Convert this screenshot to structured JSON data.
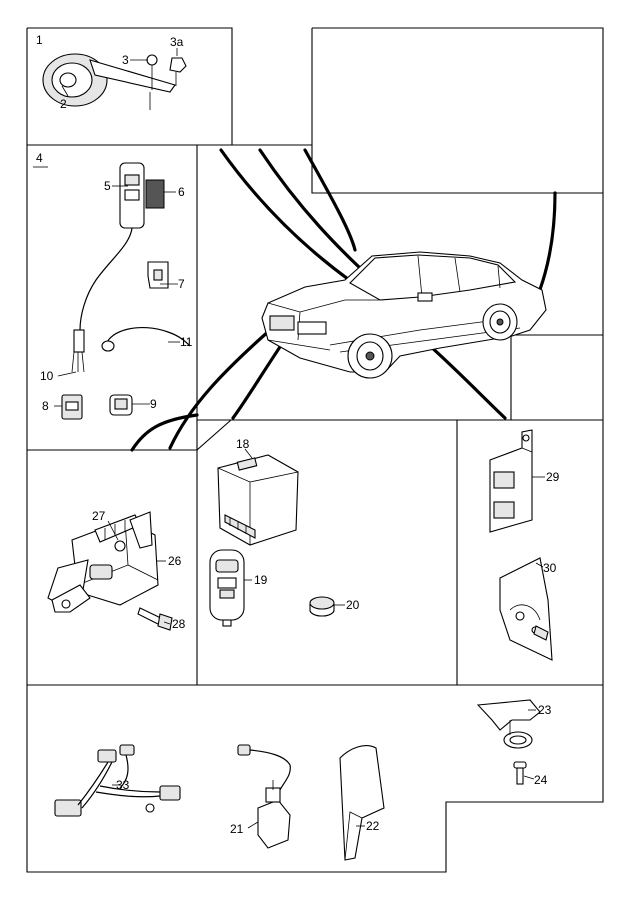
{
  "callouts": {
    "c1": "1",
    "c2": "2",
    "c3": "3",
    "c3a": "3a",
    "c4": "4",
    "c5": "5",
    "c6": "6",
    "c7": "7",
    "c8": "8",
    "c9": "9",
    "c10": "10",
    "c11": "11",
    "c18": "18",
    "c19": "19",
    "c20": "20",
    "c21": "21",
    "c22": "22",
    "c23": "23",
    "c24": "24",
    "c26": "26",
    "c27": "27",
    "c28": "28",
    "c29": "29",
    "c30": "30",
    "c33": "33"
  }
}
